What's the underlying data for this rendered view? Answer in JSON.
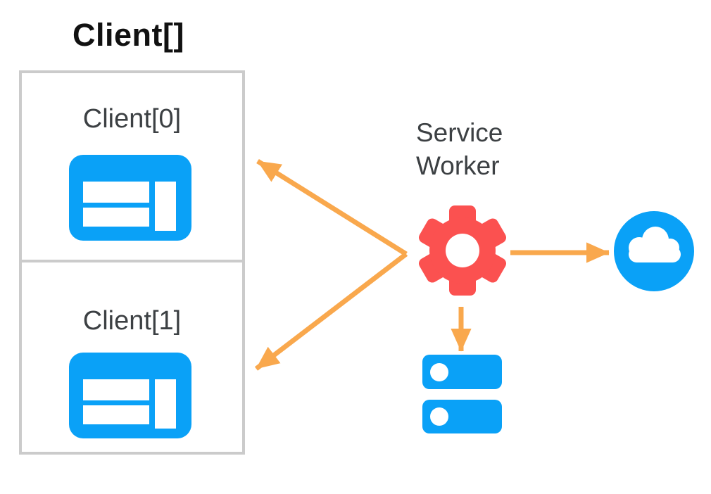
{
  "diagram": {
    "title": "Client[]",
    "clients": [
      {
        "label": "Client[0]"
      },
      {
        "label": "Client[1]"
      }
    ],
    "service_worker": {
      "label": "Service Worker",
      "lines": [
        "Service",
        "Worker"
      ]
    },
    "icons": {
      "client": "browser-window-icon",
      "service_worker": "gear-icon",
      "network": "cloud-icon",
      "storage": "database-icon"
    },
    "colors": {
      "blue": "#0AA1F7",
      "red": "#FB5150",
      "orange": "#F9A84D",
      "dark_text": "#3C4043",
      "title_text": "#111111",
      "box_border": "#CBCBCB"
    }
  }
}
